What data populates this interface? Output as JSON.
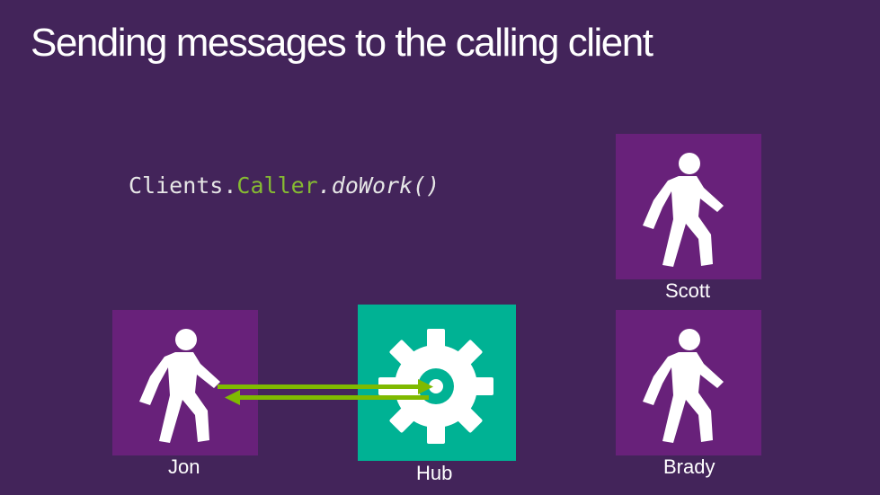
{
  "slide": {
    "title": "Sending messages to the calling client",
    "code": {
      "clients": "Clients.",
      "caller": "Caller",
      "dowork": ".doWork()"
    }
  },
  "nodes": {
    "scott": {
      "label": "Scott",
      "icon": "walking-person-icon"
    },
    "jon": {
      "label": "Jon",
      "icon": "walking-person-icon"
    },
    "brady": {
      "label": "Brady",
      "icon": "walking-person-icon"
    },
    "hub": {
      "label": "Hub",
      "icon": "gear-icon"
    }
  },
  "colors": {
    "background": "#43245a",
    "tile": "#68217a",
    "hub": "#00b294",
    "code_accent": "#86bb32",
    "arrow": "#7fba00"
  }
}
